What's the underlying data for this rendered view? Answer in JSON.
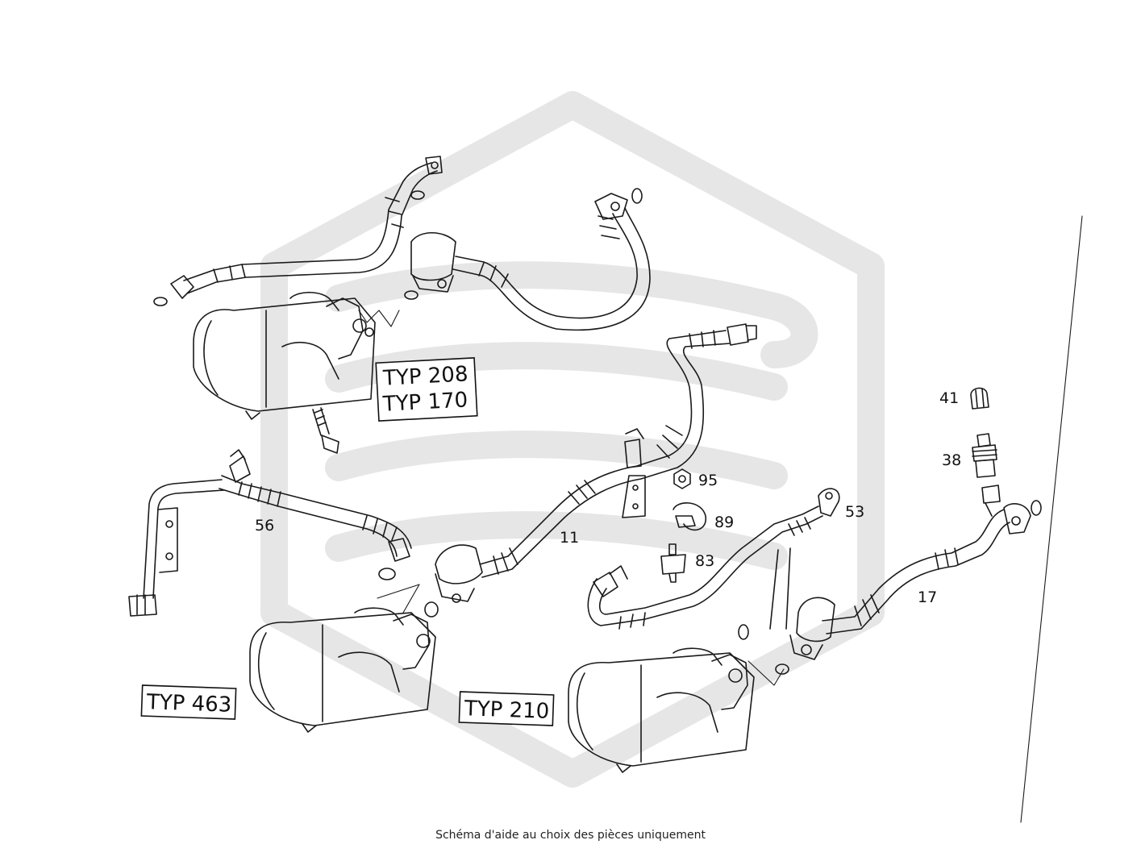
{
  "diagram": {
    "type_labels": [
      "TYP 208",
      "TYP 170",
      "TYP 463",
      "TYP 210"
    ],
    "callouts": [
      "41",
      "38",
      "95",
      "89",
      "83",
      "53",
      "17",
      "11",
      "56"
    ],
    "watermark_icon": "hexagon-logo-watermark"
  },
  "caption": "Schéma d'aide au choix des pièces uniquement"
}
